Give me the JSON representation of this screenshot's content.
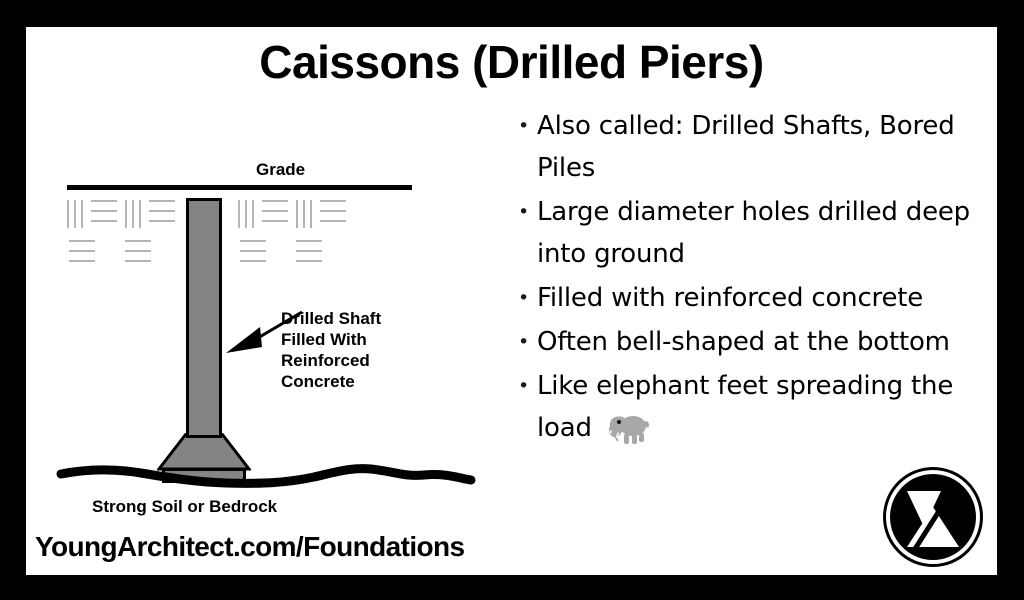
{
  "slide": {
    "title": "Caissons (Drilled Piers)",
    "background_color": "#ffffff",
    "frame_color": "#000000"
  },
  "bullets": [
    {
      "marker": "•",
      "text": "Also called: Drilled Shafts, Bored Piles"
    },
    {
      "marker": "•",
      "text": "Large diameter holes drilled deep into ground"
    },
    {
      "marker": "•",
      "text": "Filled with reinforced concrete"
    },
    {
      "marker": "•",
      "text": "Often bell-shaped at the bottom"
    },
    {
      "marker": "•",
      "text": "Like elephant feet spreading the load "
    }
  ],
  "diagram": {
    "grade_label": "Grade",
    "callout_label": "Drilled Shaft\nFilled With\nReinforced\nConcrete",
    "bedrock_label": "Strong Soil or Bedrock",
    "shaft_fill_color": "#848484",
    "outline_color": "#000000",
    "soil_hatch_color": "#b5b5b5",
    "elephant_color": "#a8a8a8"
  },
  "footer": {
    "url": "YoungArchitect.com/Foundations"
  },
  "logo": {
    "name": "young-architect-logo",
    "ring_color": "#ffffff",
    "disc_color": "#000000"
  }
}
